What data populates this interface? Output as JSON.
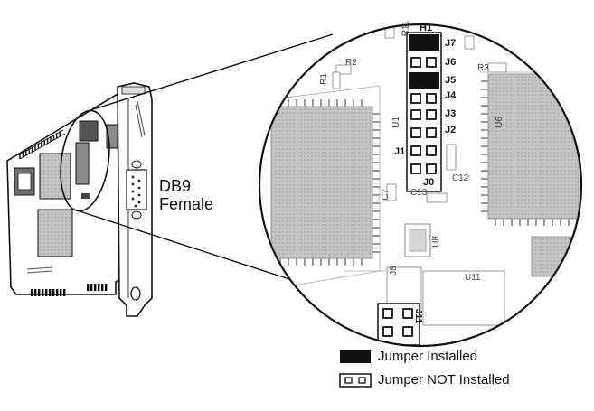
{
  "connector_label_line1": "DB9",
  "connector_label_line2": "Female",
  "jumpers": {
    "h1": "H1",
    "j7": "J7",
    "j6": "J6",
    "j5": "J5",
    "j4": "J4",
    "j3": "J3",
    "j2": "J2",
    "j1": "J1",
    "j0": "J0",
    "j11": "J11"
  },
  "components": {
    "u1": "U1",
    "u6": "U6",
    "u8": "U8",
    "u11": "U11",
    "c12": "C12",
    "c13": "C13",
    "r11": "R11",
    "r2": "R2",
    "r3": "R3",
    "r1": "R1",
    "c7": "C7",
    "j8": "J8"
  },
  "legend": {
    "installed": "Jumper Installed",
    "not_installed": "Jumper NOT Installed"
  },
  "colors": {
    "chip_fill": "#b9b9b9",
    "board_line": "#999999",
    "ink": "#111111"
  }
}
